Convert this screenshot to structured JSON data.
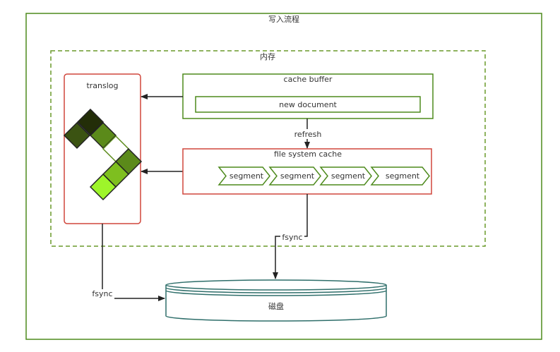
{
  "title": "写入流程",
  "memory_label": "内存",
  "translog": {
    "label": "translog",
    "block_colors": [
      "#232e08",
      "#3b5312",
      "#5b8a1a",
      "#ffffff",
      "#5b8a1a",
      "#7ebf1f",
      "#9ef52a"
    ]
  },
  "cache_buffer": {
    "label": "cache buffer",
    "inner": "new document"
  },
  "refresh_label": "refresh",
  "fs_cache": {
    "label": "file system cache",
    "segments": [
      "segment",
      "segment",
      "segment",
      "segment"
    ]
  },
  "fsync_right": "fsync",
  "fsync_left": "fsync",
  "disk_label": "磁盘",
  "colors": {
    "green": "#4d8a1c",
    "dashed": "#6a9a2a",
    "red": "#d0463c",
    "disk": "#2e6e6a"
  }
}
